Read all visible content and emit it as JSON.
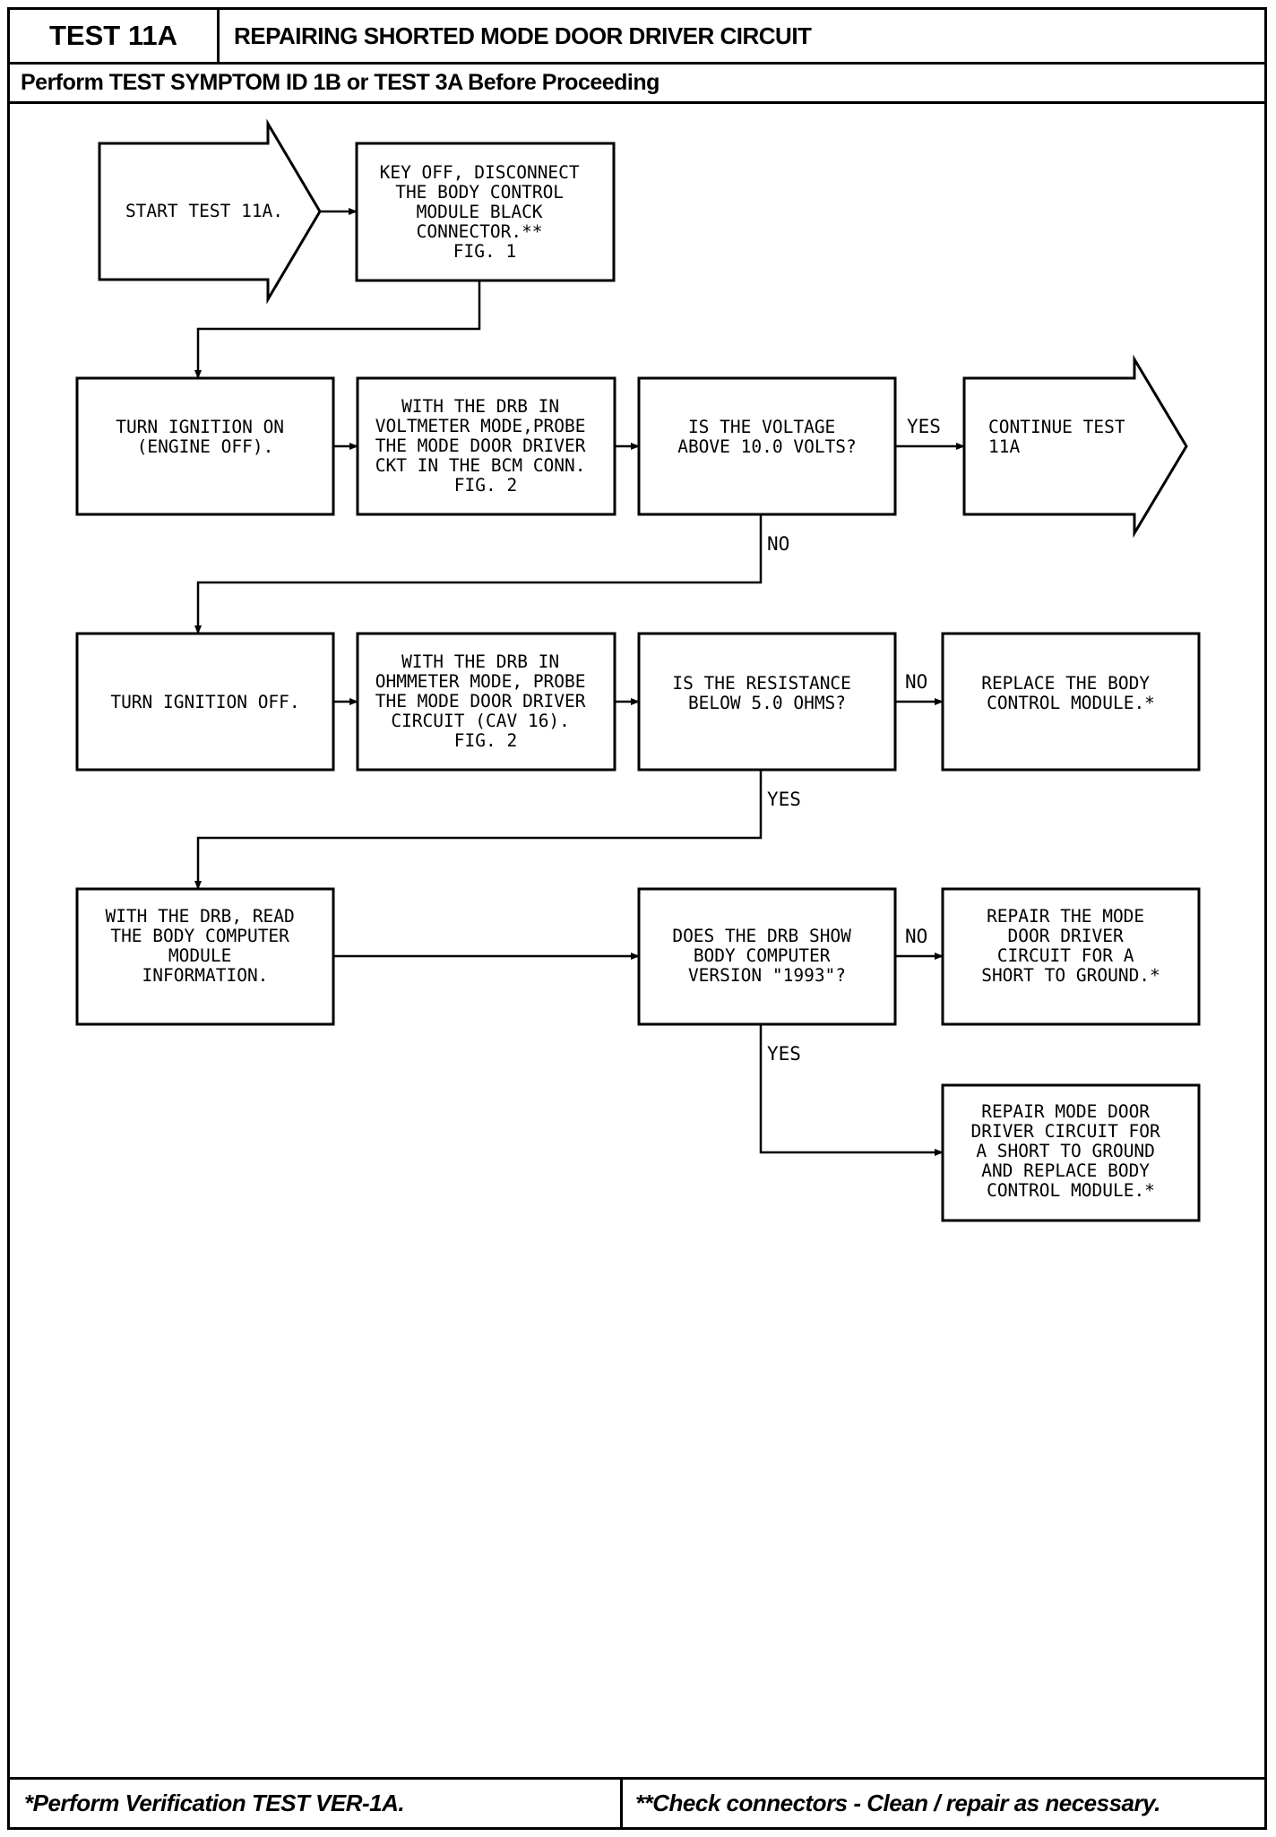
{
  "header": {
    "test_id": "TEST 11A",
    "title": "REPAIRING SHORTED MODE DOOR DRIVER CIRCUIT",
    "prerequisite": "Perform TEST SYMPTOM ID 1B or TEST 3A Before Proceeding"
  },
  "flowchart": {
    "start": [
      "START TEST 11A."
    ],
    "step_disconnect": [
      "KEY OFF, DISCONNECT",
      "THE BODY CONTROL",
      "MODULE BLACK",
      "CONNECTOR.**",
      "FIG. 1"
    ],
    "step_ign_on": [
      "TURN IGNITION ON",
      "(ENGINE OFF)."
    ],
    "step_voltmeter": [
      "WITH THE DRB IN",
      "VOLTMETER MODE,PROBE",
      "THE MODE DOOR DRIVER",
      "CKT IN THE BCM CONN.",
      "FIG. 2"
    ],
    "decision_voltage": [
      "IS THE VOLTAGE",
      "ABOVE 10.0 VOLTS?"
    ],
    "continue": [
      "CONTINUE TEST",
      "11A"
    ],
    "step_ign_off": [
      "TURN IGNITION OFF."
    ],
    "step_ohmmeter": [
      "WITH THE DRB IN",
      "OHMMETER MODE, PROBE",
      "THE MODE DOOR DRIVER",
      "CIRCUIT (CAV 16).",
      "FIG. 2"
    ],
    "decision_resistance": [
      "IS THE RESISTANCE",
      "BELOW 5.0 OHMS?"
    ],
    "replace_bcm": [
      "REPLACE THE BODY",
      "CONTROL MODULE.*"
    ],
    "step_read_info": [
      "WITH THE DRB, READ",
      "THE BODY COMPUTER",
      "MODULE",
      "INFORMATION."
    ],
    "decision_version": [
      "DOES THE DRB SHOW",
      "BODY COMPUTER",
      "VERSION \"1993\"?"
    ],
    "repair_short": [
      "REPAIR THE MODE",
      "DOOR DRIVER",
      "CIRCUIT FOR A",
      "SHORT TO GROUND.*"
    ],
    "repair_and_replace": [
      "REPAIR MODE DOOR",
      "DRIVER CIRCUIT FOR",
      "A SHORT TO GROUND",
      "AND REPLACE BODY",
      "CONTROL MODULE.*"
    ],
    "labels": {
      "yes_voltage": "YES",
      "no_voltage": "NO",
      "no_resistance": "NO",
      "yes_resistance": "YES",
      "no_version": "NO",
      "yes_version": "YES"
    }
  },
  "footer": {
    "left": "*Perform Verification TEST VER-1A.",
    "right": "**Check connectors - Clean / repair as necessary."
  }
}
